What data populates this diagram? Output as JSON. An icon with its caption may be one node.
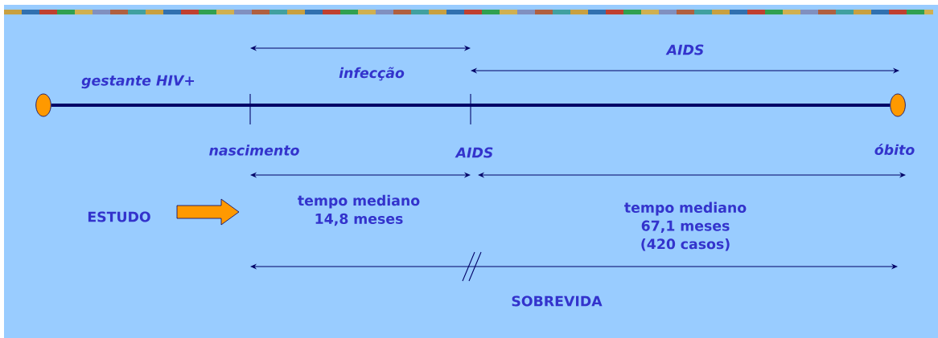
{
  "diagram": {
    "nodes": [
      {
        "text": [],
        "shape": "circle"
      },
      {
        "text": [],
        "shape": "circle"
      }
    ],
    "edges": [
      {
        "from": 0,
        "to": 1,
        "arrow": "none"
      }
    ],
    "labels": [
      "gestante HIV+",
      "infecção",
      "AIDS",
      "nascimento",
      "AIDS",
      "óbito",
      "ESTUDO",
      "tempo mediano 14,8 meses",
      "tempo mediano 67,1 meses (420 casos)",
      "SOBREVIDA"
    ]
  }
}
